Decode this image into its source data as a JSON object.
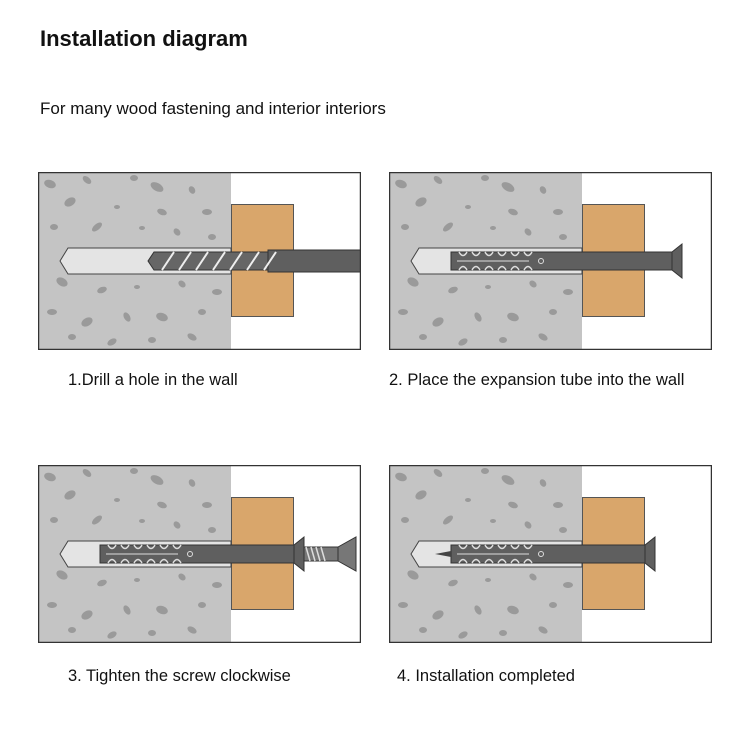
{
  "header": {
    "title": "Installation diagram",
    "subtitle": "For many wood fastening and interior interiors"
  },
  "steps": [
    {
      "caption": "1.Drill a hole in the wall",
      "icon": "drill-bit-in-hole"
    },
    {
      "caption": "2. Place the expansion tube into the wall",
      "icon": "expansion-anchor-inserted"
    },
    {
      "caption": "3. Tighten the screw clockwise",
      "icon": "screw-being-tightened"
    },
    {
      "caption": "4. Installation completed",
      "icon": "anchor-installed"
    }
  ],
  "colors": {
    "concrete": "#c4c4c4",
    "aggregate": "#9a9a9a",
    "wood": "#d9a66b",
    "metal": "#5f5f5f",
    "frame": "#333333"
  }
}
